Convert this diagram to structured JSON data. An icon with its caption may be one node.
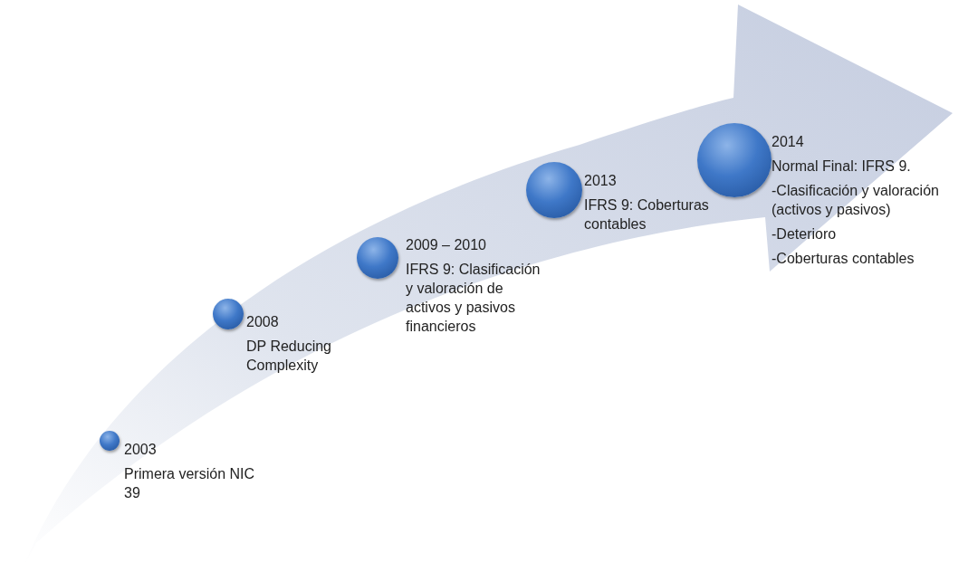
{
  "diagram": {
    "nodes": [
      {
        "text": [],
        "shape": "circle",
        "beside": [
          "2003",
          "Primera versión NIC 39"
        ]
      },
      {
        "text": [],
        "shape": "circle",
        "beside": [
          "2008",
          "DP Reducing Complexity"
        ]
      },
      {
        "text": [],
        "shape": "circle",
        "beside": [
          "2009 – 2010",
          "IFRS 9: Clasificación y valoración de activos y pasivos financieros"
        ]
      },
      {
        "text": [],
        "shape": "circle",
        "beside": [
          "2013",
          "IFRS 9: Coberturas contables"
        ]
      },
      {
        "text": [],
        "shape": "circle",
        "beside": [
          "2014",
          "Normal Final: IFRS 9.",
          "-Clasificación y valoración (activos y pasivos)",
          "-Deterioro",
          "-Coberturas contables"
        ]
      }
    ]
  }
}
